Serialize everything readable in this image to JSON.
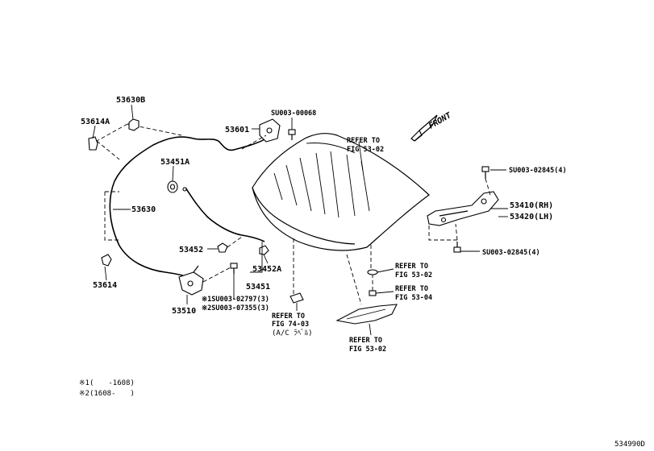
{
  "labels": {
    "p53630B": "53630B",
    "p53614A": "53614A",
    "p53601": "53601",
    "sU00068": "SU003-00068",
    "p53451A": "53451A",
    "p53630": "53630",
    "p53452": "53452",
    "p53452A": "53452A",
    "p53451": "53451",
    "p53614": "53614",
    "p53510": "53510",
    "sU02797": "※1SU003-02797(3)",
    "sU07355": "※2SU003-07355(3)",
    "refHood1": "REFER TO",
    "refHood2": "FIG 53-02",
    "front": "FRONT",
    "sU02845a": "SU003-02845(4)",
    "p53410": "53410(RH)",
    "p53420": "53420(LH)",
    "sU02845b": "SU003-02845(4)",
    "refA1": "REFER TO",
    "refA2": "FIG 53-02",
    "refB1": "REFER TO",
    "refB2": "FIG 53-04",
    "refC1": "REFER TO",
    "refC2": "FIG 74-03",
    "refC3": "(A/C ﾗﾍﾞﾙ)",
    "refD1": "REFER TO",
    "refD2": "FIG 53-02",
    "note1": "※1(　　-1608)",
    "note2": "※2(1608-　　)",
    "diagramId": "534990D"
  }
}
